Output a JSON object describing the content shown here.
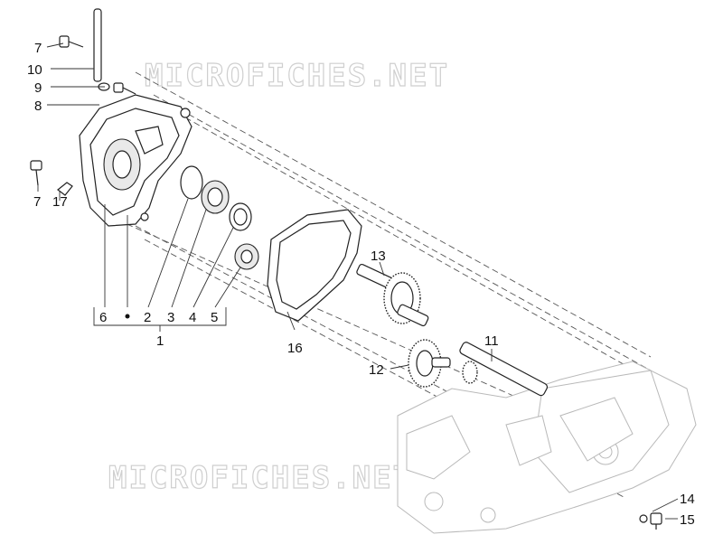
{
  "watermark": {
    "top_text": "MICROFICHES.NET",
    "bottom_text": "MICROFICHES.NET"
  },
  "callouts": {
    "p1": "1",
    "p2": "2",
    "p3": "3",
    "p4": "4",
    "p5": "5",
    "p6": "6",
    "p7a": "7",
    "p7b": "7",
    "p8": "8",
    "p9": "9",
    "p10": "10",
    "p11": "11",
    "p12": "12",
    "p13": "13",
    "p14": "14",
    "p15": "15",
    "p16": "16",
    "p17": "17"
  },
  "colors": {
    "ink": "#111111",
    "watermark": "#cfcfcf",
    "ghost_outline": "#b9b9b9"
  }
}
